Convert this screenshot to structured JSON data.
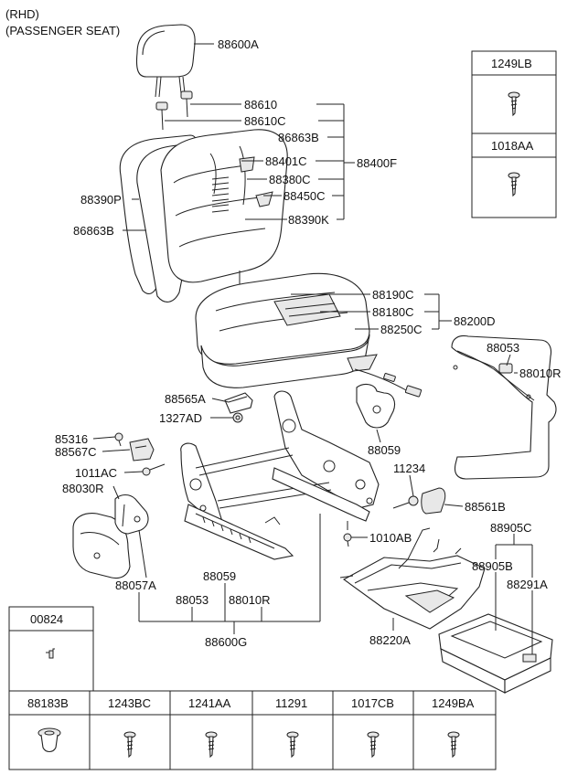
{
  "header": {
    "line1": "(RHD)",
    "line2": "(PASSENGER SEAT)"
  },
  "callouts": {
    "c88600A": "88600A",
    "c88610": "88610",
    "c88610C": "88610C",
    "c86863B_top": "86863B",
    "c88401C": "88401C",
    "c88400F": "88400F",
    "c88380C": "88380C",
    "c88450C": "88450C",
    "c88390P": "88390P",
    "c88390K": "88390K",
    "c86863B_left": "86863B",
    "c88190C": "88190C",
    "c88180C": "88180C",
    "c88250C": "88250C",
    "c88200D": "88200D",
    "c88053_right": "88053",
    "c88010R_right": "88010R",
    "c88565A": "88565A",
    "c1327AD": "1327AD",
    "c88059_mid": "88059",
    "c85316": "85316",
    "c88567C": "88567C",
    "c1011AC": "1011AC",
    "c11234": "11234",
    "c88030R": "88030R",
    "c88561B": "88561B",
    "c1010AB": "1010AB",
    "c88905C": "88905C",
    "c88905B": "88905B",
    "c88291A": "88291A",
    "c88057A": "88057A",
    "c88059_low": "88059",
    "c88053_low": "88053",
    "c88010R_low": "88010R",
    "c88600G": "88600G",
    "c88220A": "88220A"
  },
  "fastener_boxes_right": [
    {
      "code": "1249LB",
      "icon": "screw-icon"
    },
    {
      "code": "1018AA",
      "icon": "screw-icon"
    }
  ],
  "fastener_box_single": {
    "code": "00824",
    "icon": "clip-icon"
  },
  "fastener_row": [
    {
      "code": "88183B",
      "icon": "grommet-icon"
    },
    {
      "code": "1243BC",
      "icon": "screw-icon"
    },
    {
      "code": "1241AA",
      "icon": "screw-icon"
    },
    {
      "code": "11291",
      "icon": "screw-icon"
    },
    {
      "code": "1017CB",
      "icon": "screw-icon"
    },
    {
      "code": "1249BA",
      "icon": "screw-icon"
    }
  ]
}
